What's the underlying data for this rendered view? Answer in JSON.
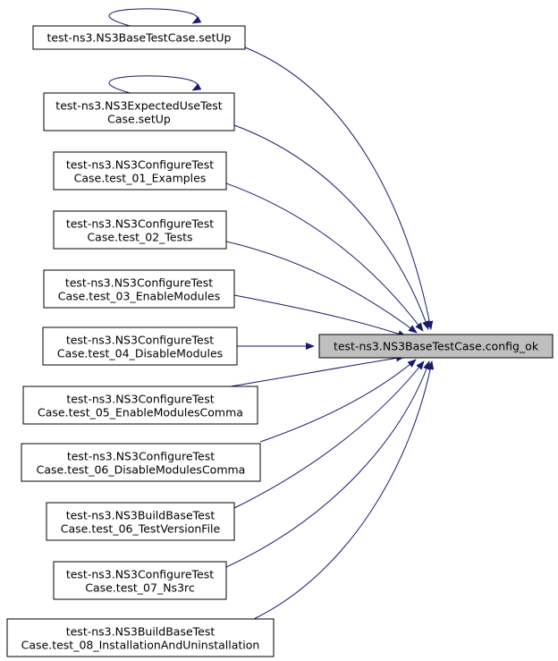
{
  "colors": {
    "edge": "#191970",
    "node_border": "#000000",
    "target_fill": "#bfbfbf",
    "node_fill": "#ffffff"
  },
  "target": {
    "label": "test-ns3.NS3BaseTestCase.config_ok"
  },
  "callers": [
    {
      "id": "setup-base",
      "lines": [
        "test-ns3.NS3BaseTestCase.setUp"
      ],
      "self_call": true
    },
    {
      "id": "setup-expected",
      "lines": [
        "test-ns3.NS3ExpectedUseTest",
        "Case.setUp"
      ],
      "self_call": true
    },
    {
      "id": "test-01",
      "lines": [
        "test-ns3.NS3ConfigureTest",
        "Case.test_01_Examples"
      ],
      "self_call": false
    },
    {
      "id": "test-02",
      "lines": [
        "test-ns3.NS3ConfigureTest",
        "Case.test_02_Tests"
      ],
      "self_call": false
    },
    {
      "id": "test-03",
      "lines": [
        "test-ns3.NS3ConfigureTest",
        "Case.test_03_EnableModules"
      ],
      "self_call": false
    },
    {
      "id": "test-04",
      "lines": [
        "test-ns3.NS3ConfigureTest",
        "Case.test_04_DisableModules"
      ],
      "self_call": false
    },
    {
      "id": "test-05",
      "lines": [
        "test-ns3.NS3ConfigureTest",
        "Case.test_05_EnableModulesComma"
      ],
      "self_call": false
    },
    {
      "id": "test-06a",
      "lines": [
        "test-ns3.NS3ConfigureTest",
        "Case.test_06_DisableModulesComma"
      ],
      "self_call": false
    },
    {
      "id": "test-06b",
      "lines": [
        "test-ns3.NS3BuildBaseTest",
        "Case.test_06_TestVersionFile"
      ],
      "self_call": false
    },
    {
      "id": "test-07",
      "lines": [
        "test-ns3.NS3ConfigureTest",
        "Case.test_07_Ns3rc"
      ],
      "self_call": false
    },
    {
      "id": "test-08",
      "lines": [
        "test-ns3.NS3BuildBaseTest",
        "Case.test_08_InstallationAndUninstallation"
      ],
      "self_call": false
    }
  ]
}
